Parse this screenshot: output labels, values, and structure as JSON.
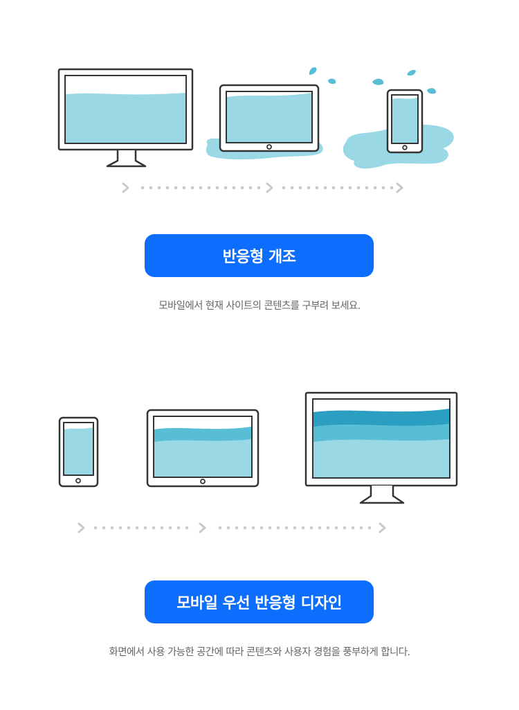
{
  "colors": {
    "accent": "#0d6efd",
    "water_light": "#9ad8e6",
    "water_mid": "#58bed6",
    "water_dark": "#2a9fc2",
    "device_outline": "#333333",
    "arrow_gray": "#c8c8c8"
  },
  "section1": {
    "button_label": "반응형 개조",
    "caption": "모바일에서 현재 사이트의 콘텐츠를 구부려 보세요."
  },
  "section2": {
    "button_label": "모바일 우선 반응형 디자인",
    "caption": "화면에서 사용 가능한 공간에 따라 콘텐츠와 사용자 경험을 풍부하게 합니다."
  }
}
